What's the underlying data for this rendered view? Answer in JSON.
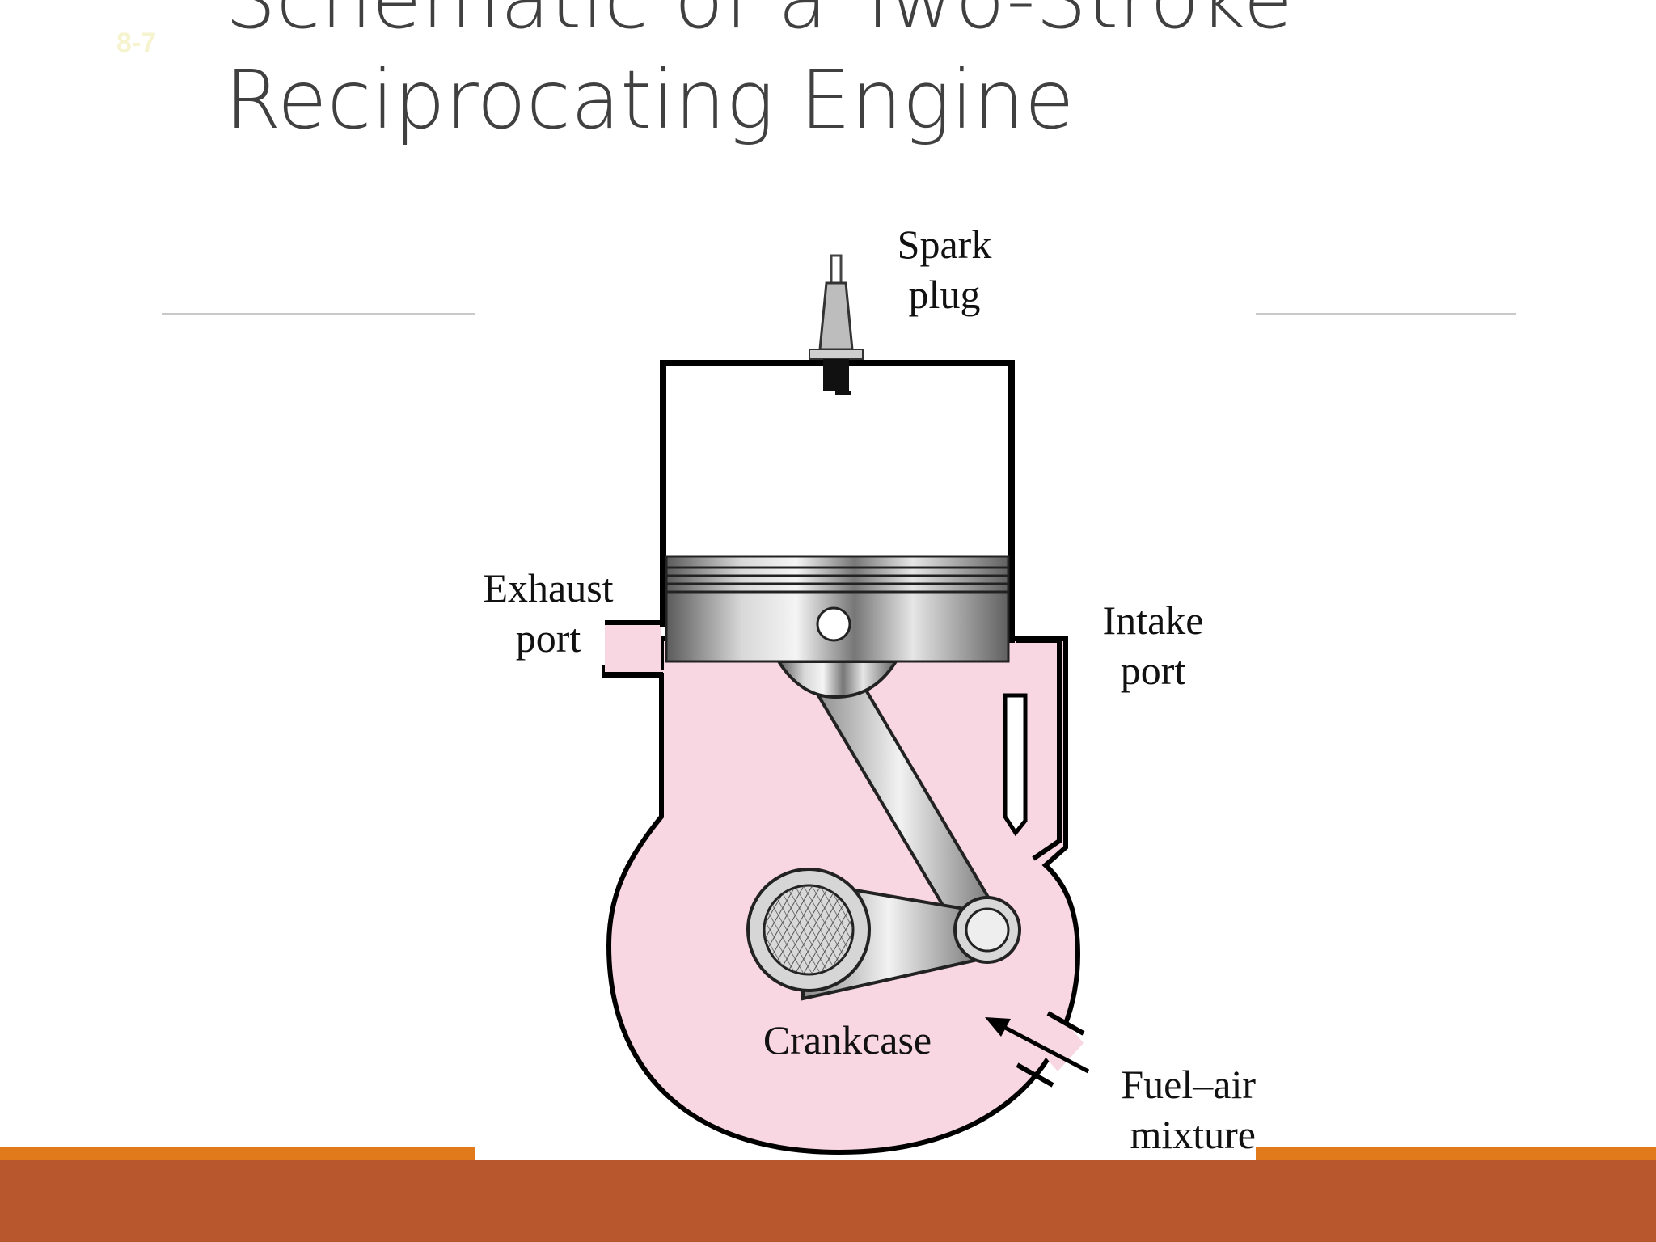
{
  "slide": {
    "number": "8-7",
    "title": "Schematic of a Two-Stroke\nReciprocating Engine"
  },
  "diagram": {
    "labels": {
      "spark_plug": "Spark\nplug",
      "exhaust_port": "Exhaust\nport",
      "intake_port": "Intake\nport",
      "crankcase": "Crankcase",
      "fuel_air_mixture": "Fuel–air\nmixture"
    }
  },
  "colors": {
    "title_text": "#404040",
    "footer_accent": "#e07a1a",
    "footer_band": "#b8562d",
    "crankcase_fill": "#f8d7e3",
    "slide_number": "#f6f3cf"
  }
}
